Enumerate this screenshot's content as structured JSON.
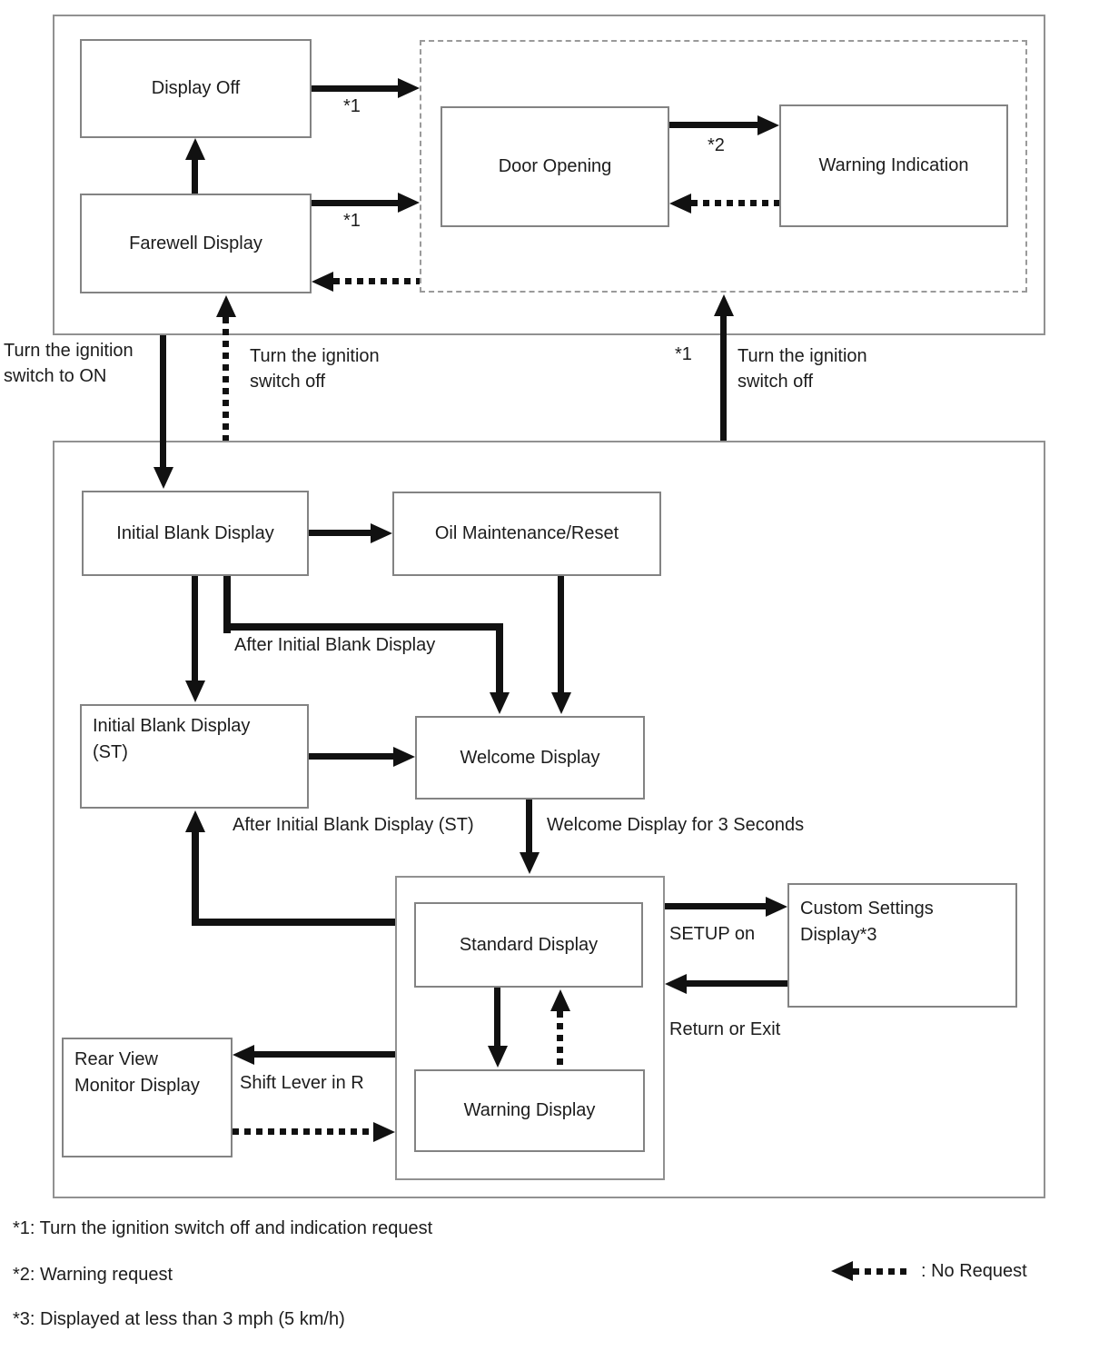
{
  "diagram": {
    "nodes": {
      "display_off": {
        "label": "Display Off"
      },
      "farewell_display": {
        "label": "Farewell Display"
      },
      "door_opening": {
        "label": "Door Opening"
      },
      "warning_indication": {
        "label": "Warning Indication"
      },
      "initial_blank_display": {
        "label": "Initial Blank Display"
      },
      "oil_maintenance_reset": {
        "label": "Oil Maintenance/Reset"
      },
      "initial_blank_display_st": {
        "line1": "Initial Blank Display",
        "line2": "(ST)"
      },
      "welcome_display": {
        "label": "Welcome Display"
      },
      "standard_display": {
        "label": "Standard Display"
      },
      "warning_display": {
        "label": "Warning Display"
      },
      "custom_settings_display": {
        "line1": "Custom Settings",
        "line2": "Display*3"
      },
      "rear_view_monitor_display": {
        "line1": "Rear View",
        "line2": "Monitor Display"
      }
    },
    "edge_labels": {
      "star1_display_off": "*1",
      "star1_farewell": "*1",
      "star2_door": "*2",
      "star1_ignition": "*1",
      "ignition_on": {
        "line1": "Turn the ignition",
        "line2": "switch to ON"
      },
      "ignition_off_left": {
        "line1": "Turn the ignition",
        "line2": "switch off"
      },
      "ignition_off_right": {
        "line1": "Turn the ignition",
        "line2": "switch off"
      },
      "after_initial_blank_display": "After Initial Blank Display",
      "after_initial_blank_display_st": "After Initial Blank Display (ST)",
      "welcome_3_seconds": "Welcome Display for 3 Seconds",
      "setup_on": "SETUP on",
      "return_or_exit": "Return or Exit",
      "shift_lever_in_r": "Shift Lever in R"
    },
    "notes": [
      "*1: Turn the ignition switch off and indication request",
      "*2: Warning request",
      "*3: Displayed at less than 3 mph (5 km/h)"
    ],
    "legend": {
      "no_request": ": No Request"
    },
    "colors": {
      "line": "#111111",
      "box_border": "#838383",
      "text": "#1c1c1c"
    }
  }
}
